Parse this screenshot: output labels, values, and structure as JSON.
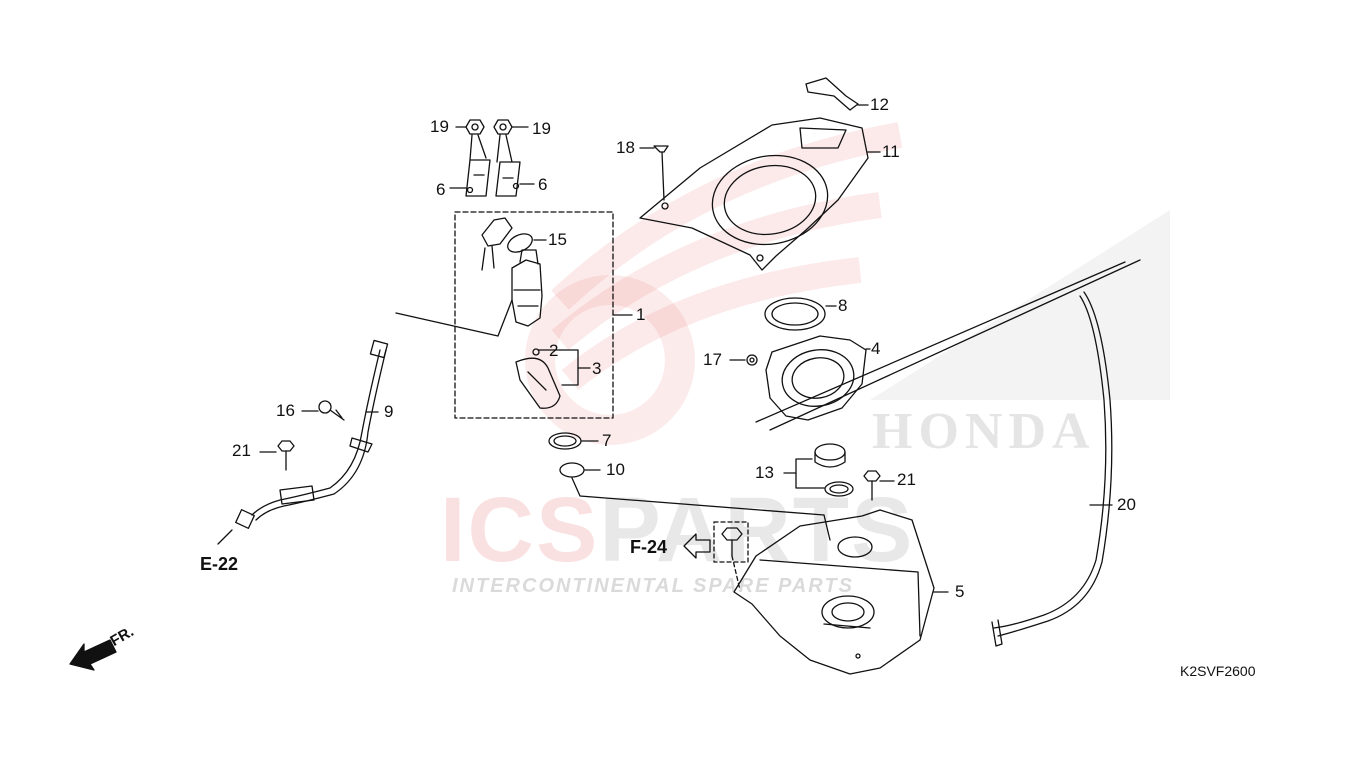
{
  "watermark": {
    "brand_red": "ICS",
    "brand_grey": "PARTS",
    "tagline": "INTERCONTINENTAL SPARE PARTS",
    "maker": "HONDA",
    "accent_color": "#e65a5a"
  },
  "callouts": {
    "n1": "1",
    "n2": "2",
    "n3": "3",
    "n4": "4",
    "n5": "5",
    "n6a": "6",
    "n6b": "6",
    "n7": "7",
    "n8": "8",
    "n9": "9",
    "n10": "10",
    "n11": "11",
    "n12": "12",
    "n13": "13",
    "n15": "15",
    "n16": "16",
    "n17": "17",
    "n18": "18",
    "n19a": "19",
    "n19b": "19",
    "n20": "20",
    "n21a": "21",
    "n21b": "21"
  },
  "refs": {
    "e22": "E-22",
    "f24": "F-24"
  },
  "direction_label": "FR.",
  "diagram_code": "K2SVF2600"
}
